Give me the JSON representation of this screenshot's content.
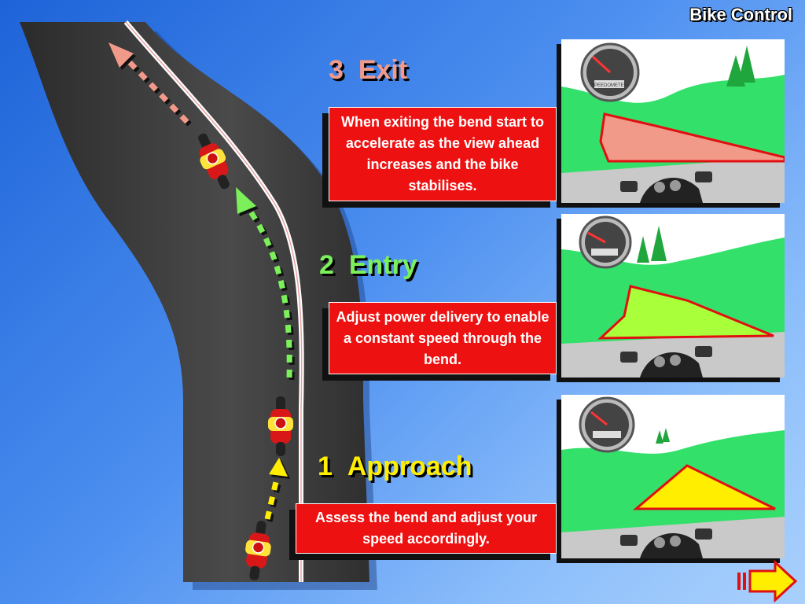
{
  "slide_title": "Bike Control",
  "steps": [
    {
      "number": "3",
      "label": "Exit",
      "color": "#f29a8a",
      "text": "When exiting  the bend start to accelerate as the view ahead increases and the bike stabilises."
    },
    {
      "number": "2",
      "label": "Entry",
      "color": "#7cf05a",
      "text": "Adjust power delivery to enable a constant speed through the bend."
    },
    {
      "number": "1",
      "label": "Approach",
      "color": "#ffee00",
      "text": "Assess the bend and adjust your speed accordingly."
    }
  ],
  "speedometer_label": "SPEEDOMETER",
  "colors": {
    "exit": "#f29a8a",
    "entry": "#a8ff3a",
    "approach": "#ffee00",
    "box": "#ee1111"
  },
  "icons": [
    "road",
    "motorcycle-icon",
    "speedometer-icon",
    "tree-icon",
    "next-arrow-icon"
  ]
}
